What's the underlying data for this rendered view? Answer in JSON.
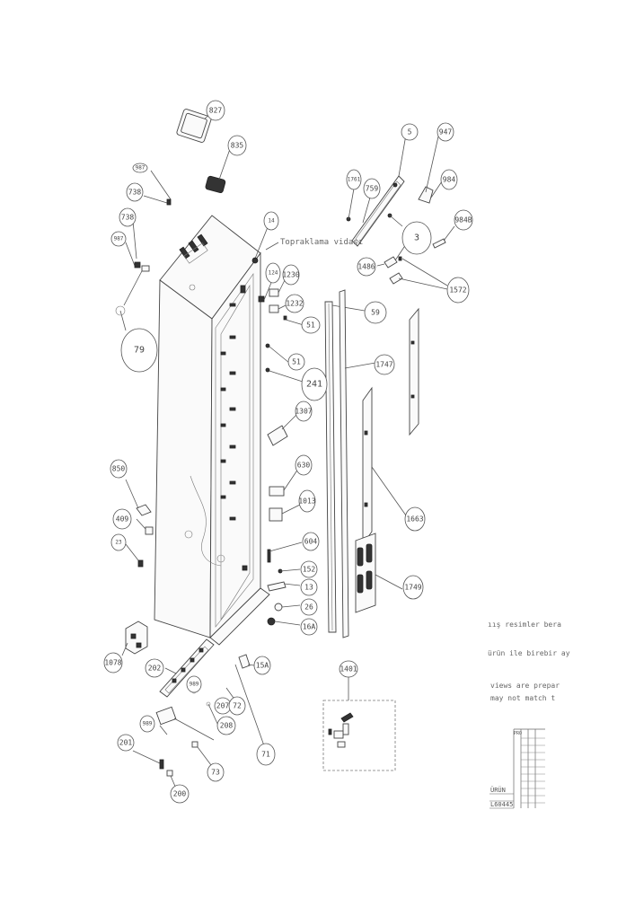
{
  "screw_label": "Topraklama vidası",
  "callouts": [
    {
      "id": "827",
      "text": "827"
    },
    {
      "id": "835",
      "text": "835"
    },
    {
      "id": "987a",
      "text": "987"
    },
    {
      "id": "738a",
      "text": "738"
    },
    {
      "id": "738b",
      "text": "738"
    },
    {
      "id": "987b",
      "text": "987"
    },
    {
      "id": "79",
      "text": "79"
    },
    {
      "id": "14",
      "text": "14"
    },
    {
      "id": "124",
      "text": "124"
    },
    {
      "id": "1230a",
      "text": "1230"
    },
    {
      "id": "1232",
      "text": "1232"
    },
    {
      "id": "51a",
      "text": "51"
    },
    {
      "id": "51b",
      "text": "51"
    },
    {
      "id": "241",
      "text": "241"
    },
    {
      "id": "1307",
      "text": "1307"
    },
    {
      "id": "630",
      "text": "630"
    },
    {
      "id": "1013",
      "text": "1013"
    },
    {
      "id": "604",
      "text": "604"
    },
    {
      "id": "152",
      "text": "152"
    },
    {
      "id": "13",
      "text": "13"
    },
    {
      "id": "26",
      "text": "26"
    },
    {
      "id": "16A",
      "text": "16A"
    },
    {
      "id": "15A",
      "text": "15A"
    },
    {
      "id": "850",
      "text": "850"
    },
    {
      "id": "409",
      "text": "409"
    },
    {
      "id": "23",
      "text": "23"
    },
    {
      "id": "1078",
      "text": "1078"
    },
    {
      "id": "202",
      "text": "202"
    },
    {
      "id": "989a",
      "text": "989"
    },
    {
      "id": "207",
      "text": "207"
    },
    {
      "id": "72",
      "text": "72"
    },
    {
      "id": "208",
      "text": "208"
    },
    {
      "id": "71",
      "text": "71"
    },
    {
      "id": "989b",
      "text": "989"
    },
    {
      "id": "201",
      "text": "201"
    },
    {
      "id": "73",
      "text": "73"
    },
    {
      "id": "200",
      "text": "200"
    },
    {
      "id": "5",
      "text": "5"
    },
    {
      "id": "947",
      "text": "947"
    },
    {
      "id": "1761",
      "text": "1761"
    },
    {
      "id": "759",
      "text": "759"
    },
    {
      "id": "984",
      "text": "984"
    },
    {
      "id": "984B",
      "text": "984B"
    },
    {
      "id": "3",
      "text": "3"
    },
    {
      "id": "1486",
      "text": "1486"
    },
    {
      "id": "1572",
      "text": "1572"
    },
    {
      "id": "59",
      "text": "59"
    },
    {
      "id": "1747",
      "text": "1747"
    },
    {
      "id": "1663",
      "text": "1663"
    },
    {
      "id": "1749",
      "text": "1749"
    },
    {
      "id": "1401",
      "text": "1401"
    }
  ],
  "notes": [
    "ıış  resimler bera",
    "ürün ile birebir ay",
    "views are prepar",
    "may not match t"
  ],
  "title_block": {
    "label_top": "ÜRÜN",
    "label_bottom": "L60445",
    "tiny_header": "PRO"
  }
}
